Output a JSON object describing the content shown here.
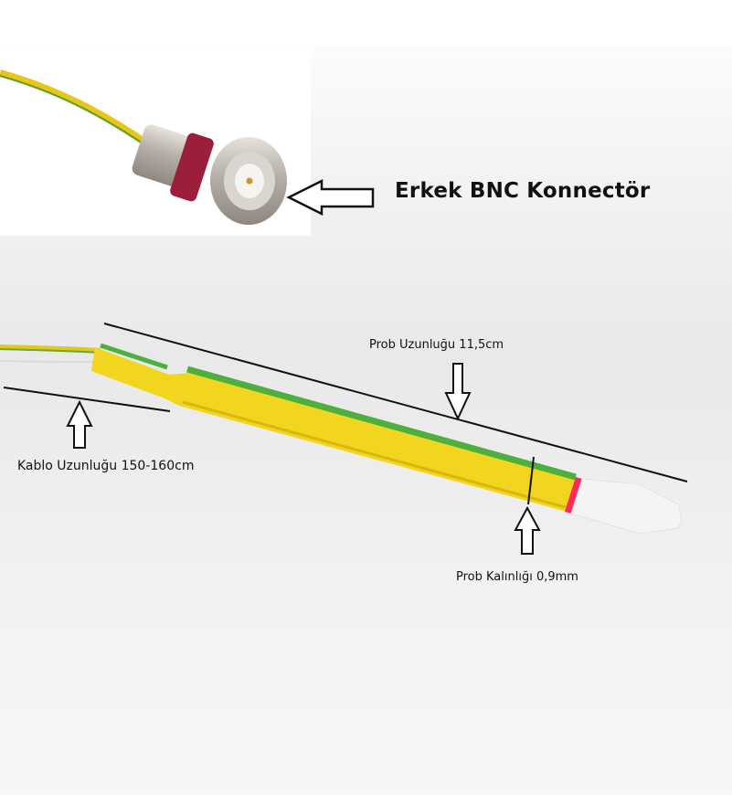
{
  "labels": {
    "bnc": "Erkek BNC Konnectör",
    "probe_length": "Prob Uzunluğu 11,5cm",
    "cable_length": "Kablo Uzunluğu 150-160cm",
    "probe_thickness": "Prob Kalınlığı 0,9mm"
  },
  "colors": {
    "cable_yellow": "#f0d21e",
    "stripe_green": "#4caf3e",
    "tip_ring": "#ff2a5a",
    "tip_cap": "#f3f3f1",
    "connector_metal": "#c8c3bd"
  }
}
